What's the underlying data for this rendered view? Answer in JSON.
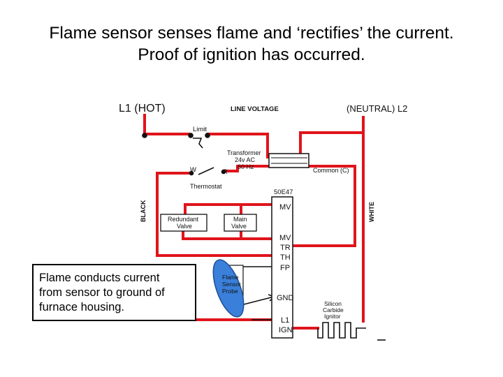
{
  "slide": {
    "title_line1": "Flame sensor senses flame and ‘rectifies’ the current.",
    "title_line2": "Proof of ignition has occurred."
  },
  "diagram": {
    "l1": "L1 (HOT)",
    "l2": "(NEUTRAL) L2",
    "line_voltage": "LINE VOLTAGE",
    "limit": "Limit",
    "transformer": "Transformer",
    "transformer_rating": "24v AC",
    "transformer_freq": "60 Hz",
    "common": "Common (C)",
    "w": "W",
    "r": "R",
    "thermostat": "Thermostat",
    "control": "50E47",
    "black": "BLACK",
    "white": "WHITE",
    "redundant_valve_1": "Redundant",
    "redundant_valve_2": "Valve",
    "main_valve_1": "Main",
    "main_valve_2": "Valve",
    "terminals": [
      "MV",
      "MV",
      "TR",
      "TH",
      "FP",
      "GND",
      "L1",
      "IGN"
    ],
    "flame_sensor_1": "Flame",
    "flame_sensor_2": "Sensor",
    "flame_sensor_3": "Probe",
    "igniter_1": "Silicon",
    "igniter_2": "Carbide",
    "igniter_3": "Ignitor"
  },
  "callout": {
    "line1": "Flame conducts current",
    "line2": "from sensor to ground of",
    "line3": "furnace housing."
  },
  "colors": {
    "wire": "#e0141b",
    "sensor": "#3a7fd9"
  }
}
